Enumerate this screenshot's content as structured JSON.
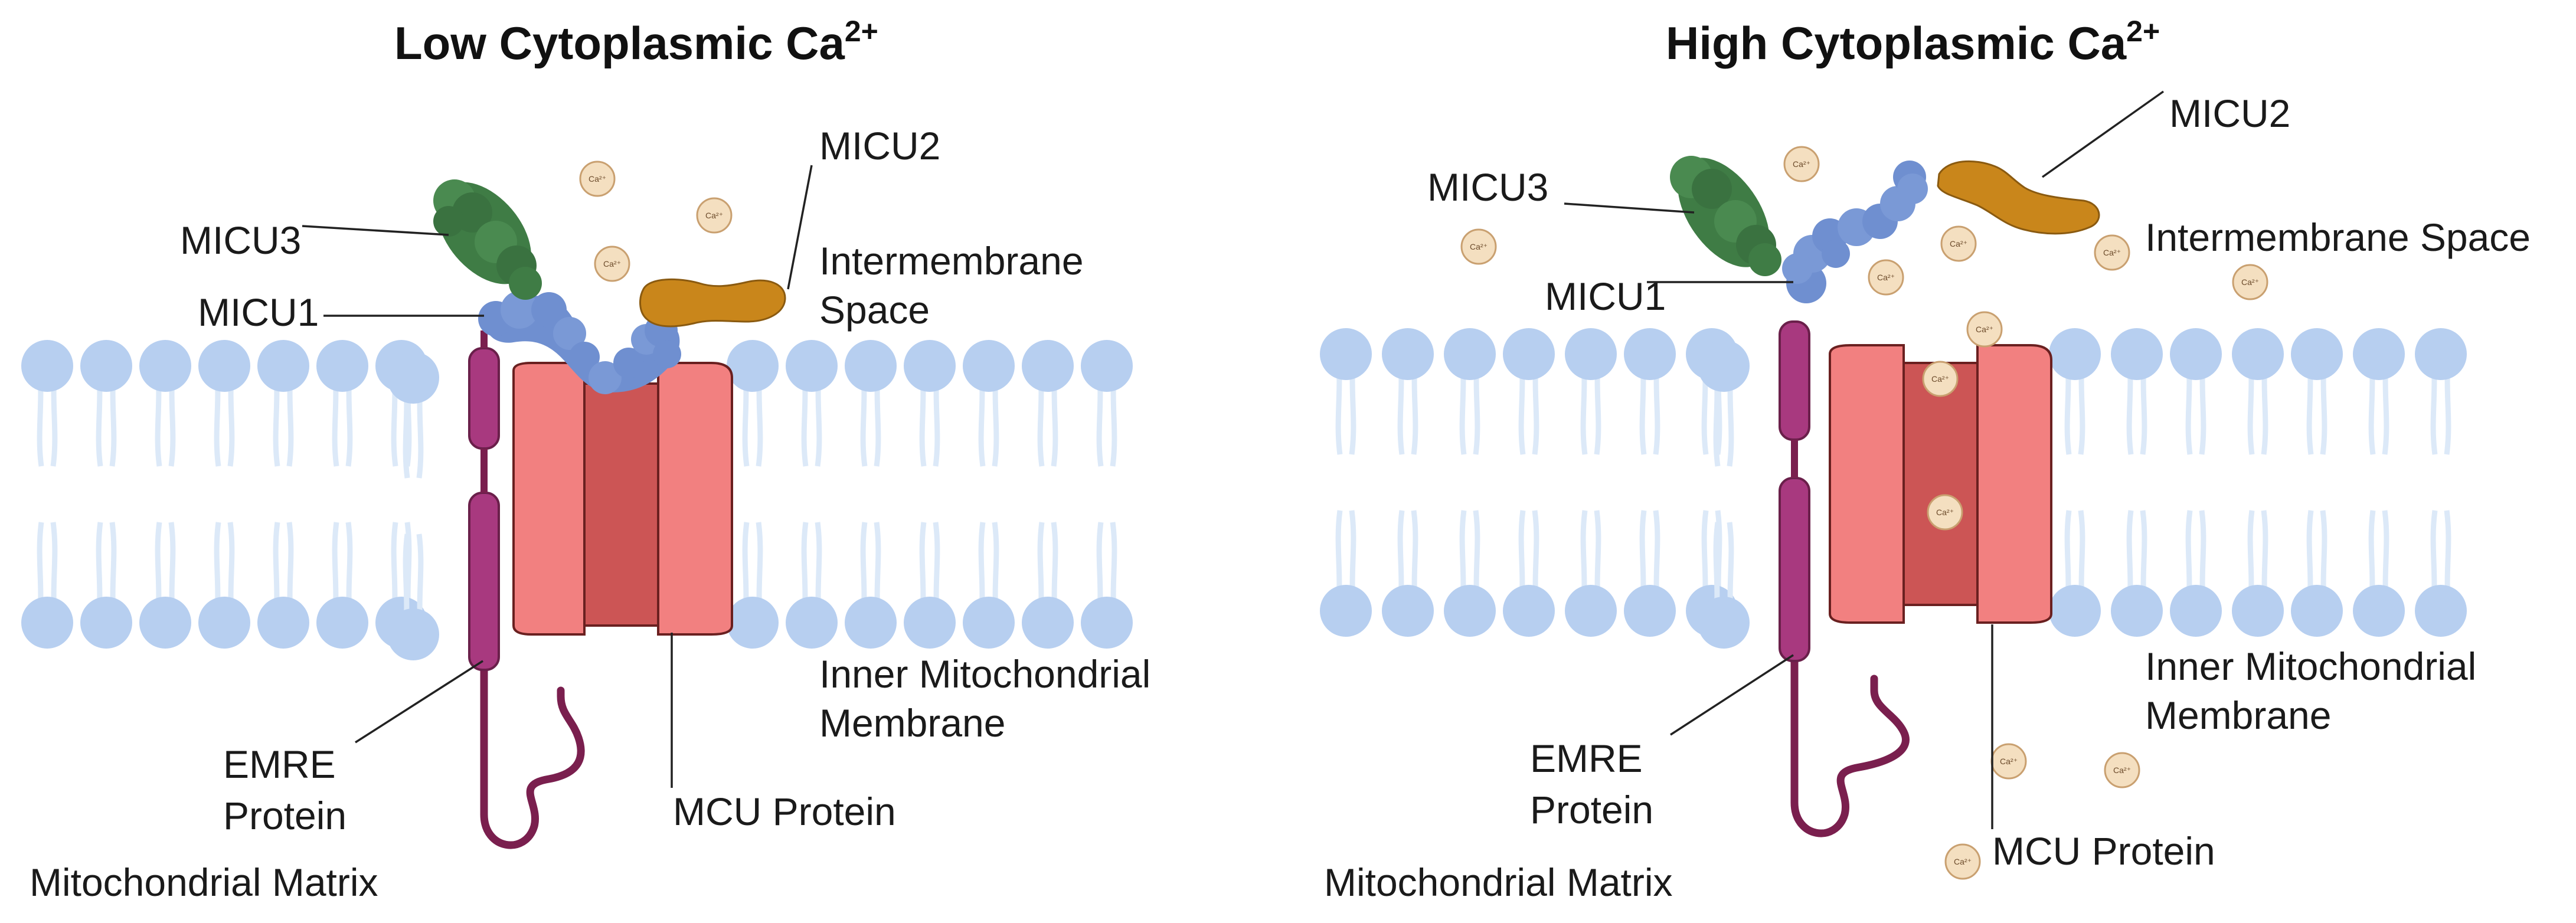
{
  "panels": [
    {
      "id": "low",
      "title": "Low Cytoplasmic Ca",
      "title_superscript": "2+",
      "labels": {
        "micu3": "MICU3",
        "micu1": "MICU1",
        "micu2": "MICU2",
        "intermembrane_line1": "Intermembrane",
        "intermembrane_line2": "Space",
        "imm_line1": "Inner Mitochondrial",
        "imm_line2": "Membrane",
        "emre_line1": "EMRE",
        "emre_line2": "Protein",
        "mcu": "MCU Protein",
        "matrix": "Mitochondrial Matrix"
      },
      "ion_label": "Ca²⁺"
    },
    {
      "id": "high",
      "title": "High Cytoplasmic Ca",
      "title_superscript": "2+",
      "labels": {
        "micu3": "MICU3",
        "micu1": "MICU1",
        "micu2": "MICU2",
        "intermembrane": "Intermembrane Space",
        "imm_line1": "Inner Mitochondrial",
        "imm_line2": "Membrane",
        "emre_line1": "EMRE",
        "emre_line2": "Protein",
        "mcu": "MCU Protein",
        "matrix": "Mitochondrial Matrix"
      },
      "ion_label": "Ca²⁺"
    }
  ],
  "colors": {
    "lipid_head": "#b7cff0",
    "lipid_tail": "#dce9f8",
    "micu3": "#3f7c45",
    "micu1": "#6f8fd0",
    "micu2": "#c9861b",
    "mcu_outer": "#f28080",
    "mcu_inner": "#cc5555",
    "emre": "#a8397f",
    "emre_tail": "#7a1f4e",
    "ion_fill": "#f4dfc0",
    "ion_stroke": "#c9a070"
  }
}
